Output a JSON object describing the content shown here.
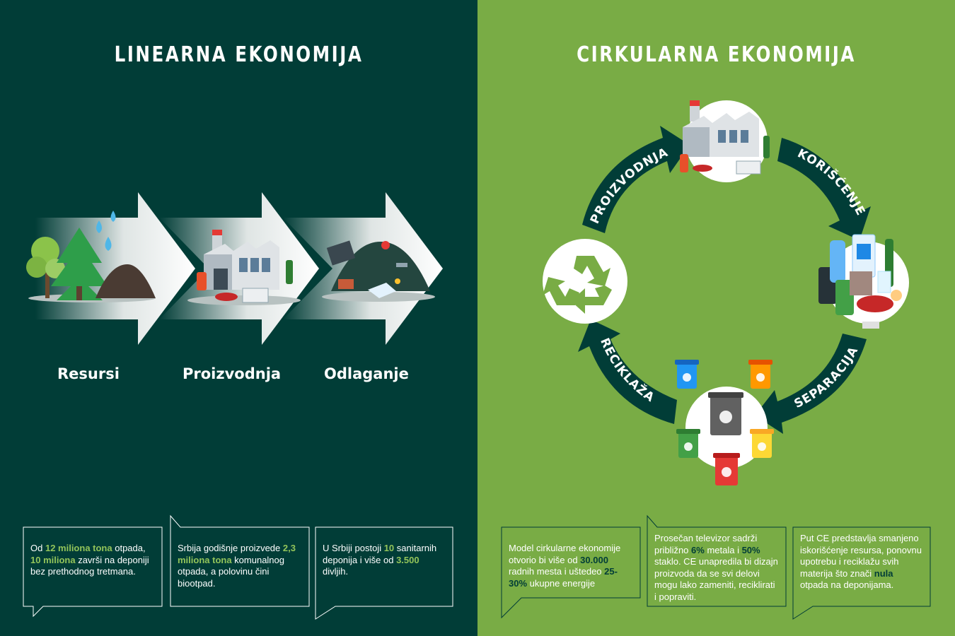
{
  "linear": {
    "title": "LINEARNA EKONOMIJA",
    "stages": [
      "Resursi",
      "Proizvodnja",
      "Odlaganje"
    ],
    "notes": [
      {
        "p1": "Od ",
        "h1": "12 miliona tona",
        "p2": " otpada, ",
        "h2": "10 miliona",
        "p3": " završi na deponiji bez prethodnog tretmana."
      },
      {
        "p1": "Srbija godišnje proizvede ",
        "h1": "2,3 miliona tona",
        "p2": " komunalnog otpada, a polovinu čini biootpad."
      },
      {
        "p1": "U Srbiji postoji ",
        "h1": "10",
        "p2": " sanitarnih deponija i više od ",
        "h2": "3.500",
        "p3": " divljih."
      }
    ]
  },
  "circular": {
    "title": "CIRKULARNA EKONOMIJA",
    "arrows": [
      "PROIZVODNJA",
      "KORIŠĆENJE",
      "SEPARACIJA",
      "RECIKLAŽA"
    ],
    "notes": [
      {
        "p1": "Model cirkularne ekonomije otvorio bi više od ",
        "h1": "30.000",
        "p2": " radnih mesta i uštedeo ",
        "h2": "25-30%",
        "p3": " ukupne energije"
      },
      {
        "p1": "Prosečan televizor sadrži približno ",
        "h1": "6%",
        "p2": " metala i ",
        "h2": "50%",
        "p3": " staklo. CE unapredila bi dizajn proizvoda da se svi delovi mogu lako zameniti, reciklirati i popraviti."
      },
      {
        "p1": "Put CE predstavlja smanjeno iskorišćenje resursa, ponovnu upotrebu i reciklažu svih materija što znači ",
        "h1": "nula",
        "p2": " otpada na deponijama."
      }
    ]
  },
  "colors": {
    "dark_green": "#013d37",
    "light_green": "#79ac45",
    "highlight": "#93c45a"
  }
}
